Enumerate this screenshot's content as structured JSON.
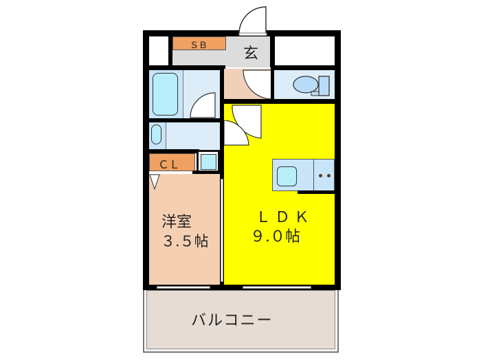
{
  "floorplan": {
    "layout": "1LDK",
    "rooms": {
      "sb": {
        "label": "ＳＢ",
        "color": "#f0a060"
      },
      "entrance": {
        "label": "玄",
        "color": "#dcdcdc"
      },
      "cl": {
        "label": "ＣＬ",
        "color": "#f0a060"
      },
      "western": {
        "label_line1": "洋室",
        "label_line2": "３.５帖",
        "color": "#f5cfb2"
      },
      "ldk": {
        "label_line1": "ＬＤＫ",
        "label_line2": "９.０帖",
        "color": "#ffff00"
      },
      "balcony": {
        "label": "バルコニー",
        "color": "#e6dcd4"
      },
      "bath": {
        "color": "#d8eaf8"
      },
      "toilet": {
        "color": "#d8eaf8"
      },
      "washroom": {
        "color": "#d8eaf8"
      },
      "hall": {
        "color": "#f0d0b8"
      }
    },
    "colors": {
      "wall": "#000000",
      "fixture": "#b8eefa",
      "wet_area": "#dcecf8"
    }
  }
}
